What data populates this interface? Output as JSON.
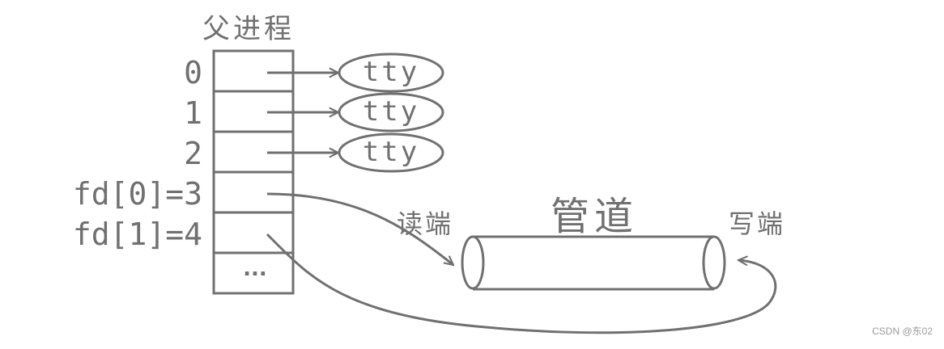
{
  "parent_label": "父进程",
  "fd_rows": [
    {
      "index": "0",
      "target": "tty"
    },
    {
      "index": "1",
      "target": "tty"
    },
    {
      "index": "2",
      "target": "tty"
    },
    {
      "index": "fd[0]=3"
    },
    {
      "index": "fd[1]=4"
    },
    {
      "index": "..."
    }
  ],
  "pipe": {
    "title": "管道",
    "read_end_label": "读端",
    "write_end_label": "写端"
  },
  "watermark": "CSDN @东02",
  "colors": {
    "stroke": "#707070",
    "background": "#ffffff"
  }
}
